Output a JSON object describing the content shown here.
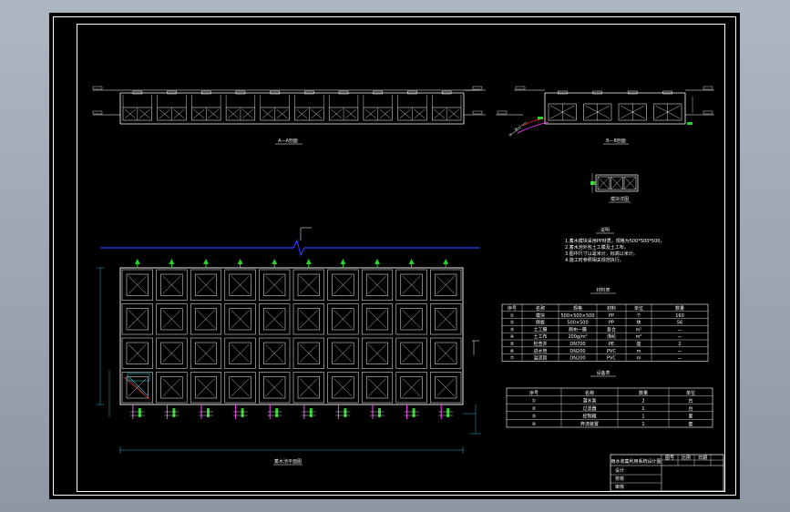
{
  "drawing": {
    "elevation_a_label": "A—A剖面",
    "elevation_b_label": "B—B剖面",
    "module_detail_label": "模块详图",
    "plan_label": "蓄水池平面图",
    "notes_title": "说明",
    "notes_lines": [
      "1.蓄水模块采用PP材质，规格为500*500*500，",
      "2.蓄水池外包土工膜及土工布。",
      "3.图中尺寸以毫米计，标高以米计。",
      "4.施工时参照相关规范执行。"
    ],
    "table1": {
      "title": "材料表",
      "headers": [
        "序号",
        "名称",
        "规格",
        "材料",
        "单位",
        "数量"
      ],
      "rows": [
        [
          "①",
          "模块",
          "500×500×500",
          "PP",
          "个",
          "160"
        ],
        [
          "②",
          "侧板",
          "500×500",
          "PP",
          "块",
          "56"
        ],
        [
          "③",
          "土工膜",
          "两布一膜",
          "复合",
          "m²",
          "—"
        ],
        [
          "④",
          "土工布",
          "200g/m²",
          "涤纶",
          "m²",
          "—"
        ],
        [
          "⑤",
          "检查井",
          "DN700",
          "PE",
          "座",
          "2"
        ],
        [
          "⑥",
          "进水管",
          "DN200",
          "PVC",
          "m",
          "—"
        ],
        [
          "⑦",
          "溢流管",
          "DN200",
          "PVC",
          "m",
          "—"
        ]
      ]
    },
    "table2": {
      "title": "设备表",
      "headers": [
        "序号",
        "名称",
        "数量",
        "单位"
      ],
      "rows": [
        [
          "①",
          "潜水泵",
          "2",
          "台"
        ],
        [
          "②",
          "过滤器",
          "1",
          "台"
        ],
        [
          "③",
          "控制箱",
          "1",
          "套"
        ],
        [
          "④",
          "弃流装置",
          "1",
          "套"
        ]
      ]
    },
    "title_block": {
      "project": "雨水收集利用系统设计图",
      "cells": [
        "设计",
        "校核",
        "审核",
        "图号",
        "比例",
        "日期"
      ]
    }
  },
  "colors": {
    "frame": "#ffffff",
    "drawing_line": "#ffffff",
    "water_line": "#2a3cff",
    "pipe_green": "#27d127",
    "pipe_magenta": "#ff40ff",
    "dimension": "#1fb8c6",
    "accent_red": "#ff3030"
  }
}
